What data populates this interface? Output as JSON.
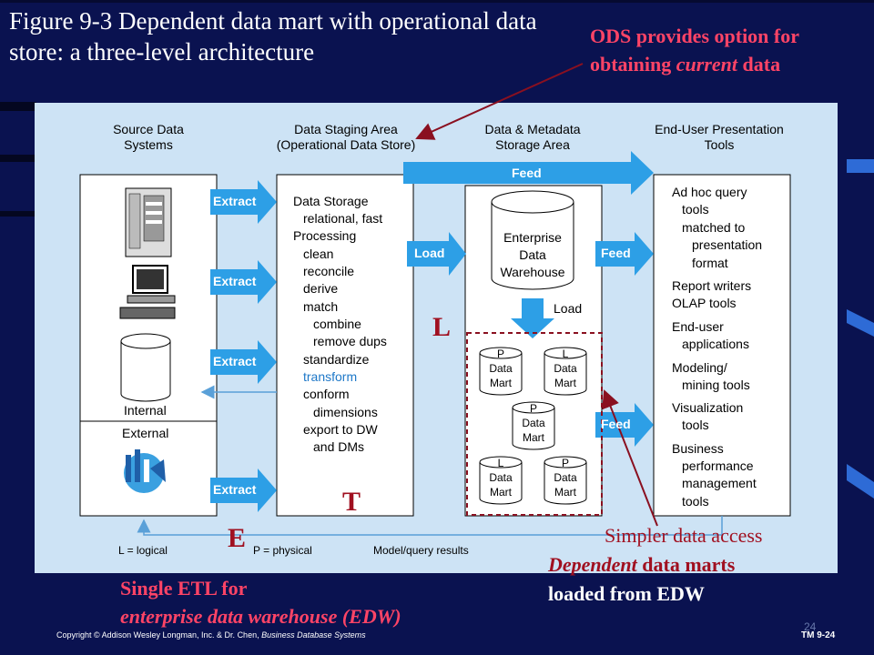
{
  "title": "Figure 9-3 Dependent data mart with operational data store: a three-level architecture",
  "ods_note": {
    "prefix": "ODS provides option for obtaining ",
    "emph": "current",
    "suffix": " data"
  },
  "columns": {
    "source": "Source Data Systems",
    "staging": "Data Staging Area (Operational Data Store)",
    "storage": "Data & Metadata Storage Area",
    "presentation": "End-User Presentation Tools"
  },
  "source": {
    "internal_label": "Internal",
    "external_label": "External"
  },
  "arrows": {
    "extract": "Extract",
    "load": "Load",
    "feed": "Feed"
  },
  "staging": {
    "data_storage": "Data Storage",
    "relational": "relational, fast",
    "processing": "Processing",
    "steps": [
      "clean",
      "reconcile",
      "derive",
      "match",
      "combine",
      "remove dups",
      "standardize",
      "transform",
      "conform",
      "dimensions",
      "export to DW",
      "and DMs"
    ]
  },
  "warehouse": {
    "line1": "Enterprise",
    "line2": "Data",
    "line3": "Warehouse"
  },
  "marts": {
    "mart_word": "Data",
    "mart_word2": "Mart",
    "tags": [
      "P",
      "L",
      "P",
      "L",
      "P"
    ]
  },
  "tools": [
    {
      "title": "Ad hoc query",
      "lines": [
        "tools",
        "matched to",
        "presentation",
        "format"
      ]
    },
    {
      "title": "Report writers",
      "lines": [
        "OLAP tools"
      ]
    },
    {
      "title": "End-user",
      "lines": [
        "applications"
      ]
    },
    {
      "title": "Modeling/",
      "lines": [
        "mining tools"
      ]
    },
    {
      "title": "Visualization",
      "lines": [
        "tools"
      ]
    },
    {
      "title": "Business",
      "lines": [
        "performance",
        "management",
        "tools"
      ]
    }
  ],
  "legend": {
    "logical": "L = logical",
    "physical": "P = physical",
    "model_results": "Model/query results"
  },
  "letters": {
    "e": "E",
    "t": "T",
    "l": "L"
  },
  "notes": {
    "simpler": "Simpler data access",
    "dependent_emph": "Dependent",
    "dependent_rest": " data marts",
    "loaded": "loaded from EDW",
    "single_etl": "Single ETL for",
    "edw": "enterprise data warehouse (EDW)"
  },
  "footer": {
    "copyright_prefix": "Copyright © Addison Wesley Longman, Inc. & Dr. Chen, ",
    "copyright_book": "Business Database Systems",
    "slide_number": "24",
    "tm": "TM  9-24"
  },
  "colors": {
    "background": "#0a1250",
    "panel": "#cde3f5",
    "arrow_blue": "#2d9fe6",
    "note_red": "#ff4466",
    "letter_red": "#a01020"
  }
}
